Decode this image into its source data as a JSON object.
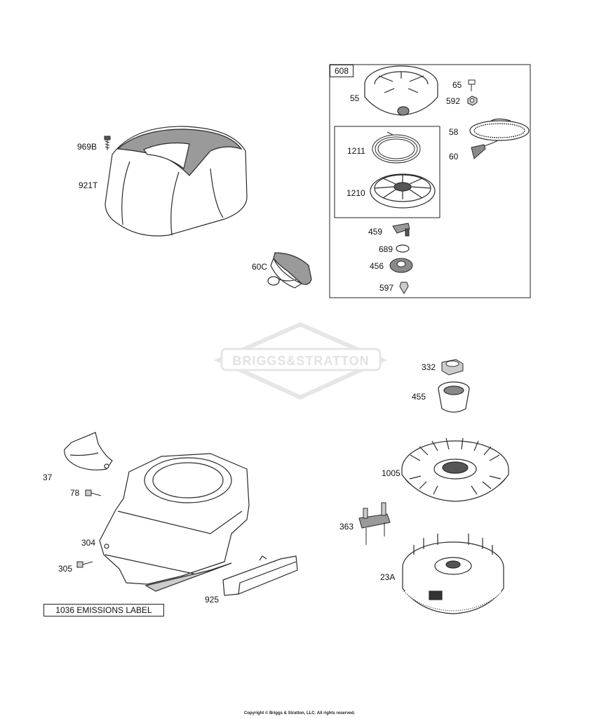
{
  "kit_box": {
    "label": "608"
  },
  "emissions_label": {
    "text": "1036 EMISSIONS LABEL"
  },
  "watermark": {
    "text": "BRIGGS&STRATTON"
  },
  "copyright": "Copyright © Briggs & Stratton, LLC. All rights reserved.",
  "callouts": {
    "p969B": "969B",
    "p921T": "921T",
    "p60C": "60C",
    "p55": "55",
    "p65": "65",
    "p592": "592",
    "p58": "58",
    "p60": "60",
    "p1211": "1211",
    "p1210": "1210",
    "p459": "459",
    "p689": "689",
    "p456": "456",
    "p597": "597",
    "p332": "332",
    "p455": "455",
    "p1005": "1005",
    "p363": "363",
    "p23A": "23A",
    "p37": "37",
    "p78": "78",
    "p304": "304",
    "p305": "305",
    "p925": "925"
  },
  "colors": {
    "line": "#2a2a2a",
    "watermark": "#e6e6e6",
    "shade": "#bdbdbd"
  }
}
